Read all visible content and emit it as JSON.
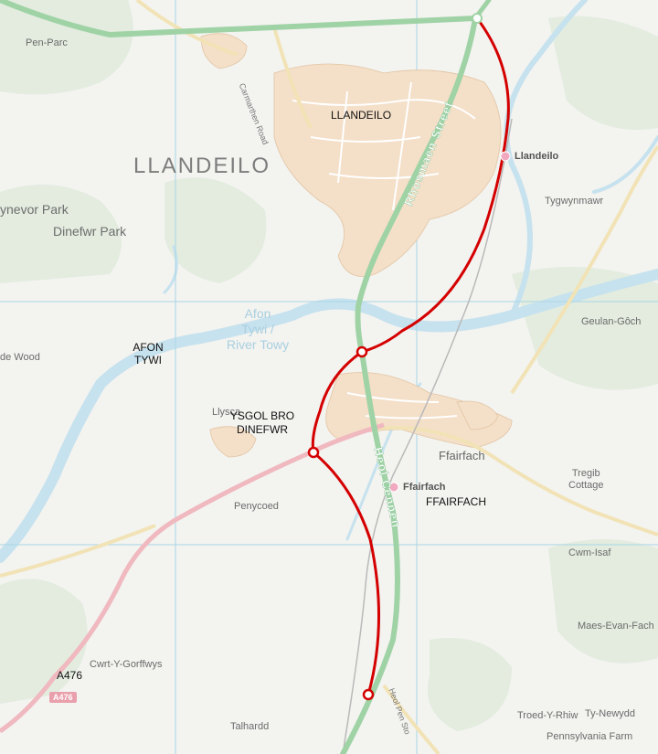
{
  "map": {
    "region_label": "LLANDEILO",
    "park_label": "Dinefwr Park",
    "edge_park_label": "ynevor Park",
    "edge_wood_label": "de Wood",
    "river_name": {
      "line1": "Afon",
      "line2": "Tywi /",
      "line3": "River Towy"
    },
    "places": {
      "pen_parc": "Pen-Parc",
      "tygwynmawr": "Tygwynmawr",
      "geulan_goch": "Geulan-Gôch",
      "llyscasa": "Llysca",
      "penycoed": "Penycoed",
      "ffairfach": "Ffairfach",
      "tregib_line1": "Tregib",
      "tregib_line2": "Cottage",
      "cwm_isaf": "Cwm-Isaf",
      "maes_evan_fach": "Maes-Evan-Fach",
      "cwrt_y_gorffwys": "Cwrt-Y-Gorffwys",
      "talhardd": "Talhardd",
      "troed_y_rhiw": "Troed-Y-Rhiw",
      "ty_newydd": "Ty-Newydd",
      "pennsylvania_farm": "Pennsylvania Farm"
    },
    "stations": {
      "llandeilo": "Llandeilo",
      "ffairfach": "Ffairfach"
    },
    "streets": {
      "carmarthen_road": "Carmarthen Road",
      "rhosmaen_street": "Rhosmaen Street",
      "heol_cennen": "Heol Cennen",
      "heol_pen_sto": "Heol Pen Sto"
    },
    "road_shield": "A476",
    "annotations": {
      "llandeilo": "LLANDEILO",
      "afon_tywi_line1": "AFON",
      "afon_tywi_line2": "TYWI",
      "ysgol_line1": "YSGOL BRO",
      "ysgol_line2": "DINEFWR",
      "ffairfach": "FFAIRFACH",
      "a476": "A476"
    },
    "colors": {
      "background": "#f3f3f0",
      "woodland": "#e3ecdf",
      "water": "#c6e2ee",
      "urban": "#f4dfc8",
      "main_road": "#9fd3a5",
      "a_road": "#f0b8bf",
      "minor_road": "#f2e3b6",
      "grid": "#aad6e6",
      "route": "#d40000"
    }
  }
}
